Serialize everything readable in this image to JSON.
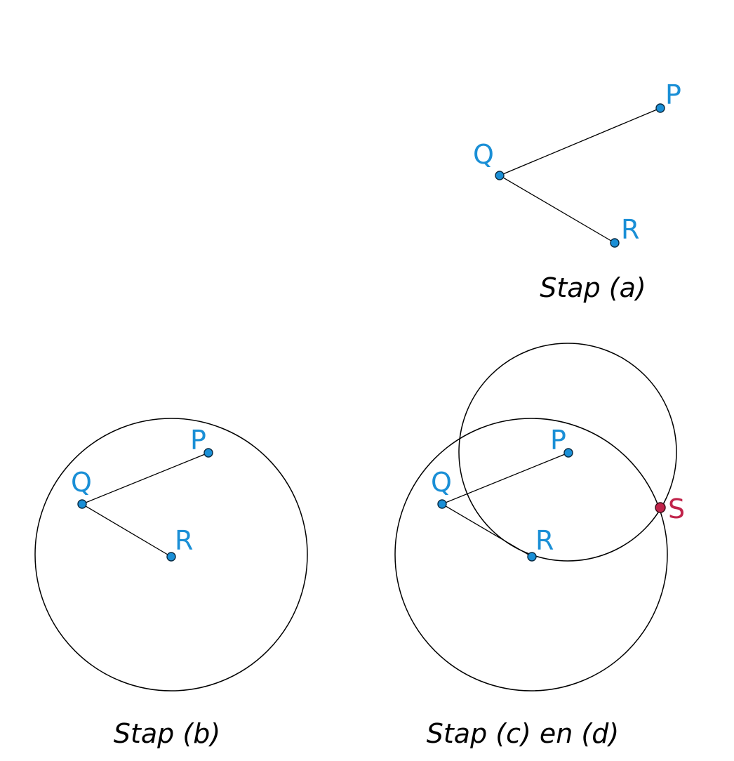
{
  "colors": {
    "point": "#1a8fd6",
    "intersection_point": "#c0234a",
    "line": "#000000"
  },
  "panel_a": {
    "caption": "Stap (a)",
    "labels": {
      "P": "P",
      "Q": "Q",
      "R": "R"
    }
  },
  "panel_b": {
    "caption": "Stap (b)",
    "labels": {
      "P": "P",
      "Q": "Q",
      "R": "R"
    }
  },
  "panel_cd": {
    "caption": "Stap (c) en (d)",
    "labels": {
      "P": "P",
      "Q": "Q",
      "R": "R",
      "S": "S"
    }
  }
}
